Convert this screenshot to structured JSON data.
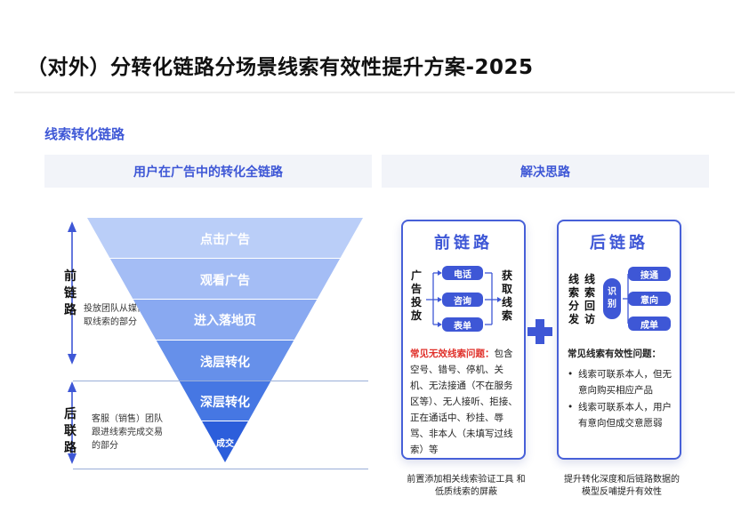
{
  "title": "（对外）分转化链路分场景线索有效性提升方案-2025",
  "section_title": "线索转化链路",
  "headers": {
    "left": "用户在广告中的转化全链路",
    "right": "解决思路"
  },
  "funnel": [
    "点击广告",
    "观看广告",
    "进入落地页",
    "浅层转化",
    "深层转化",
    "成交"
  ],
  "stages": {
    "front": {
      "label": "前链路",
      "note": "投放团队从媒体侧获取线索的部分"
    },
    "back": {
      "label": "后联路",
      "note": "客服（销售）团队 跟进线索完成交易 的部分"
    }
  },
  "front_card": {
    "title": "前链路",
    "left_label": "广告投放",
    "right_label": "获取线索",
    "pills": [
      "电话",
      "咨询",
      "表单"
    ],
    "issue_title": "常见无效线索问题：",
    "issue_body": "包含空号、错号、停机、关机、无法接通（不在服务区等）、无人接听、拒接、正在通话中、秒挂、辱骂、非本人（未填写过线索）等",
    "caption": "前置添加相关线索验证工具 和低质线索的屏蔽"
  },
  "back_card": {
    "title": "后链路",
    "label_a": "线索分发",
    "label_b": "线索回访",
    "oval": "识别",
    "pills": [
      "接通",
      "意向",
      "成单"
    ],
    "issue_title": "常见线索有效性问题：",
    "bullets": [
      "线索可联系本人，但无意向购买相应产品",
      "线索可联系本人，用户有意向但成交意愿弱"
    ],
    "caption": "提升转化深度和后链路数据的模型反哺提升有效性"
  },
  "colors": {
    "accent": "#3e57d6",
    "warning": "#e0302a",
    "funnel": [
      "#b9cdf8",
      "#a6bff5",
      "#90aef2",
      "#6f94ec",
      "#4b78e4",
      "#2e5fdc"
    ]
  }
}
